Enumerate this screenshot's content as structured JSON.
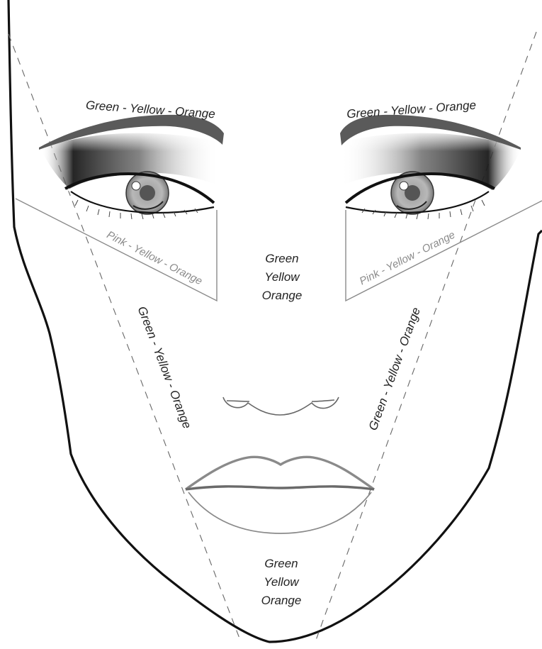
{
  "labels": {
    "brow_left": "Green - Yellow - Orange",
    "brow_right": "Green - Yellow - Orange",
    "under_eye_left": "Pink - Yellow - Orange",
    "under_eye_right": "Pink - Yellow - Orange",
    "center_line1": "Green",
    "center_line2": "Yellow",
    "center_line3": "Orange",
    "cheek_left": "Green - Yellow - Orange",
    "cheek_right": "Green - Yellow - Orange",
    "chin_line1": "Green",
    "chin_line2": "Yellow",
    "chin_line3": "Orange"
  },
  "colors": {
    "outline": "#111111",
    "guide_line": "#666666",
    "brow": "#5a5a5a",
    "lip": "#8a8a8a",
    "label_dark": "#222222",
    "label_grey": "#8a8a8a"
  }
}
